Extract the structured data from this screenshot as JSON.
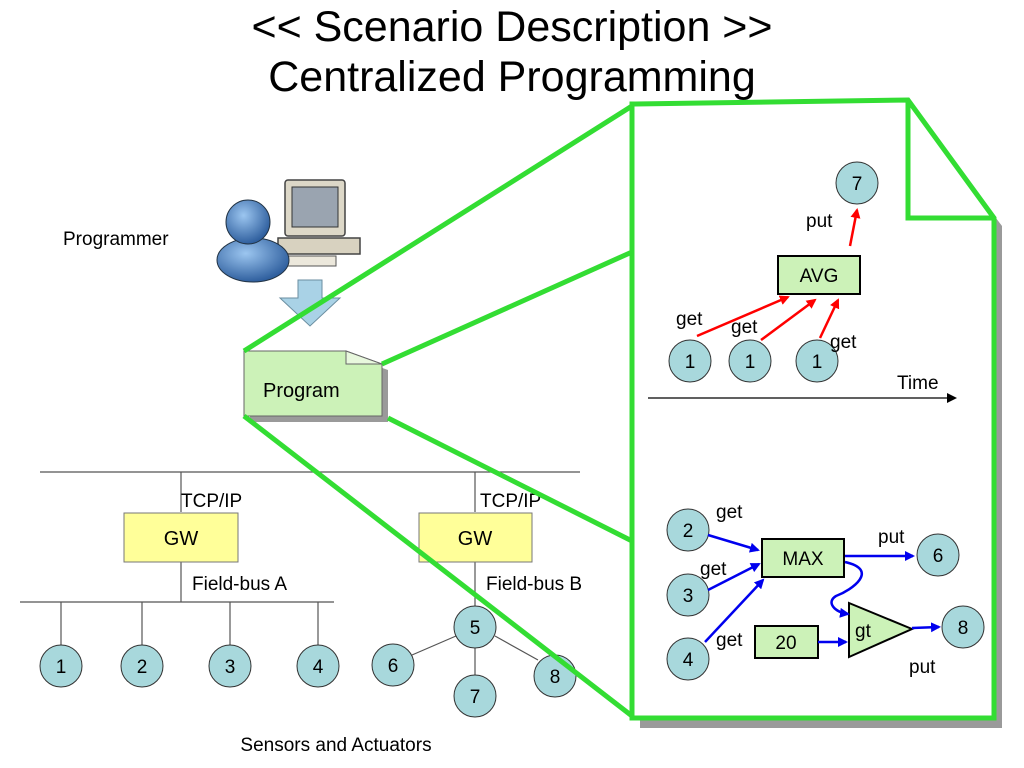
{
  "slide": {
    "title_line1": "<< Scenario Description >>",
    "title_line2": "Centralized Programming"
  },
  "programmer": {
    "label": "Programmer"
  },
  "program": {
    "label": "Program"
  },
  "network": {
    "gateway_a": {
      "label": "GW",
      "protocol": "TCP/IP",
      "bus": "Field-bus A"
    },
    "gateway_b": {
      "label": "GW",
      "protocol": "TCP/IP",
      "bus": "Field-bus B"
    },
    "bus_a_nodes": [
      "1",
      "2",
      "3",
      "4"
    ],
    "bus_b_nodes": [
      "5",
      "6",
      "7",
      "8"
    ],
    "caption": "Sensors and Actuators"
  },
  "detail_top": {
    "inputs": [
      "1",
      "1",
      "1"
    ],
    "get_labels": [
      "get",
      "get",
      "get"
    ],
    "operator": "AVG",
    "put_label": "put",
    "output": "7",
    "axis_label": "Time"
  },
  "detail_bottom": {
    "inputs": [
      "2",
      "3",
      "4"
    ],
    "get_labels": [
      "get",
      "get",
      "get"
    ],
    "max_operator": "MAX",
    "constant": "20",
    "compare_operator": "gt",
    "put_labels": [
      "put",
      "put"
    ],
    "outputs": [
      "6",
      "8"
    ]
  },
  "colors": {
    "highlight_green": "#33dd33",
    "box_fill": "#ccf2b8",
    "gateway_fill": "#ffff99",
    "node_fill": "#a8d8dc",
    "red_arrow": "#ff0000",
    "blue_arrow": "#0000ee"
  }
}
